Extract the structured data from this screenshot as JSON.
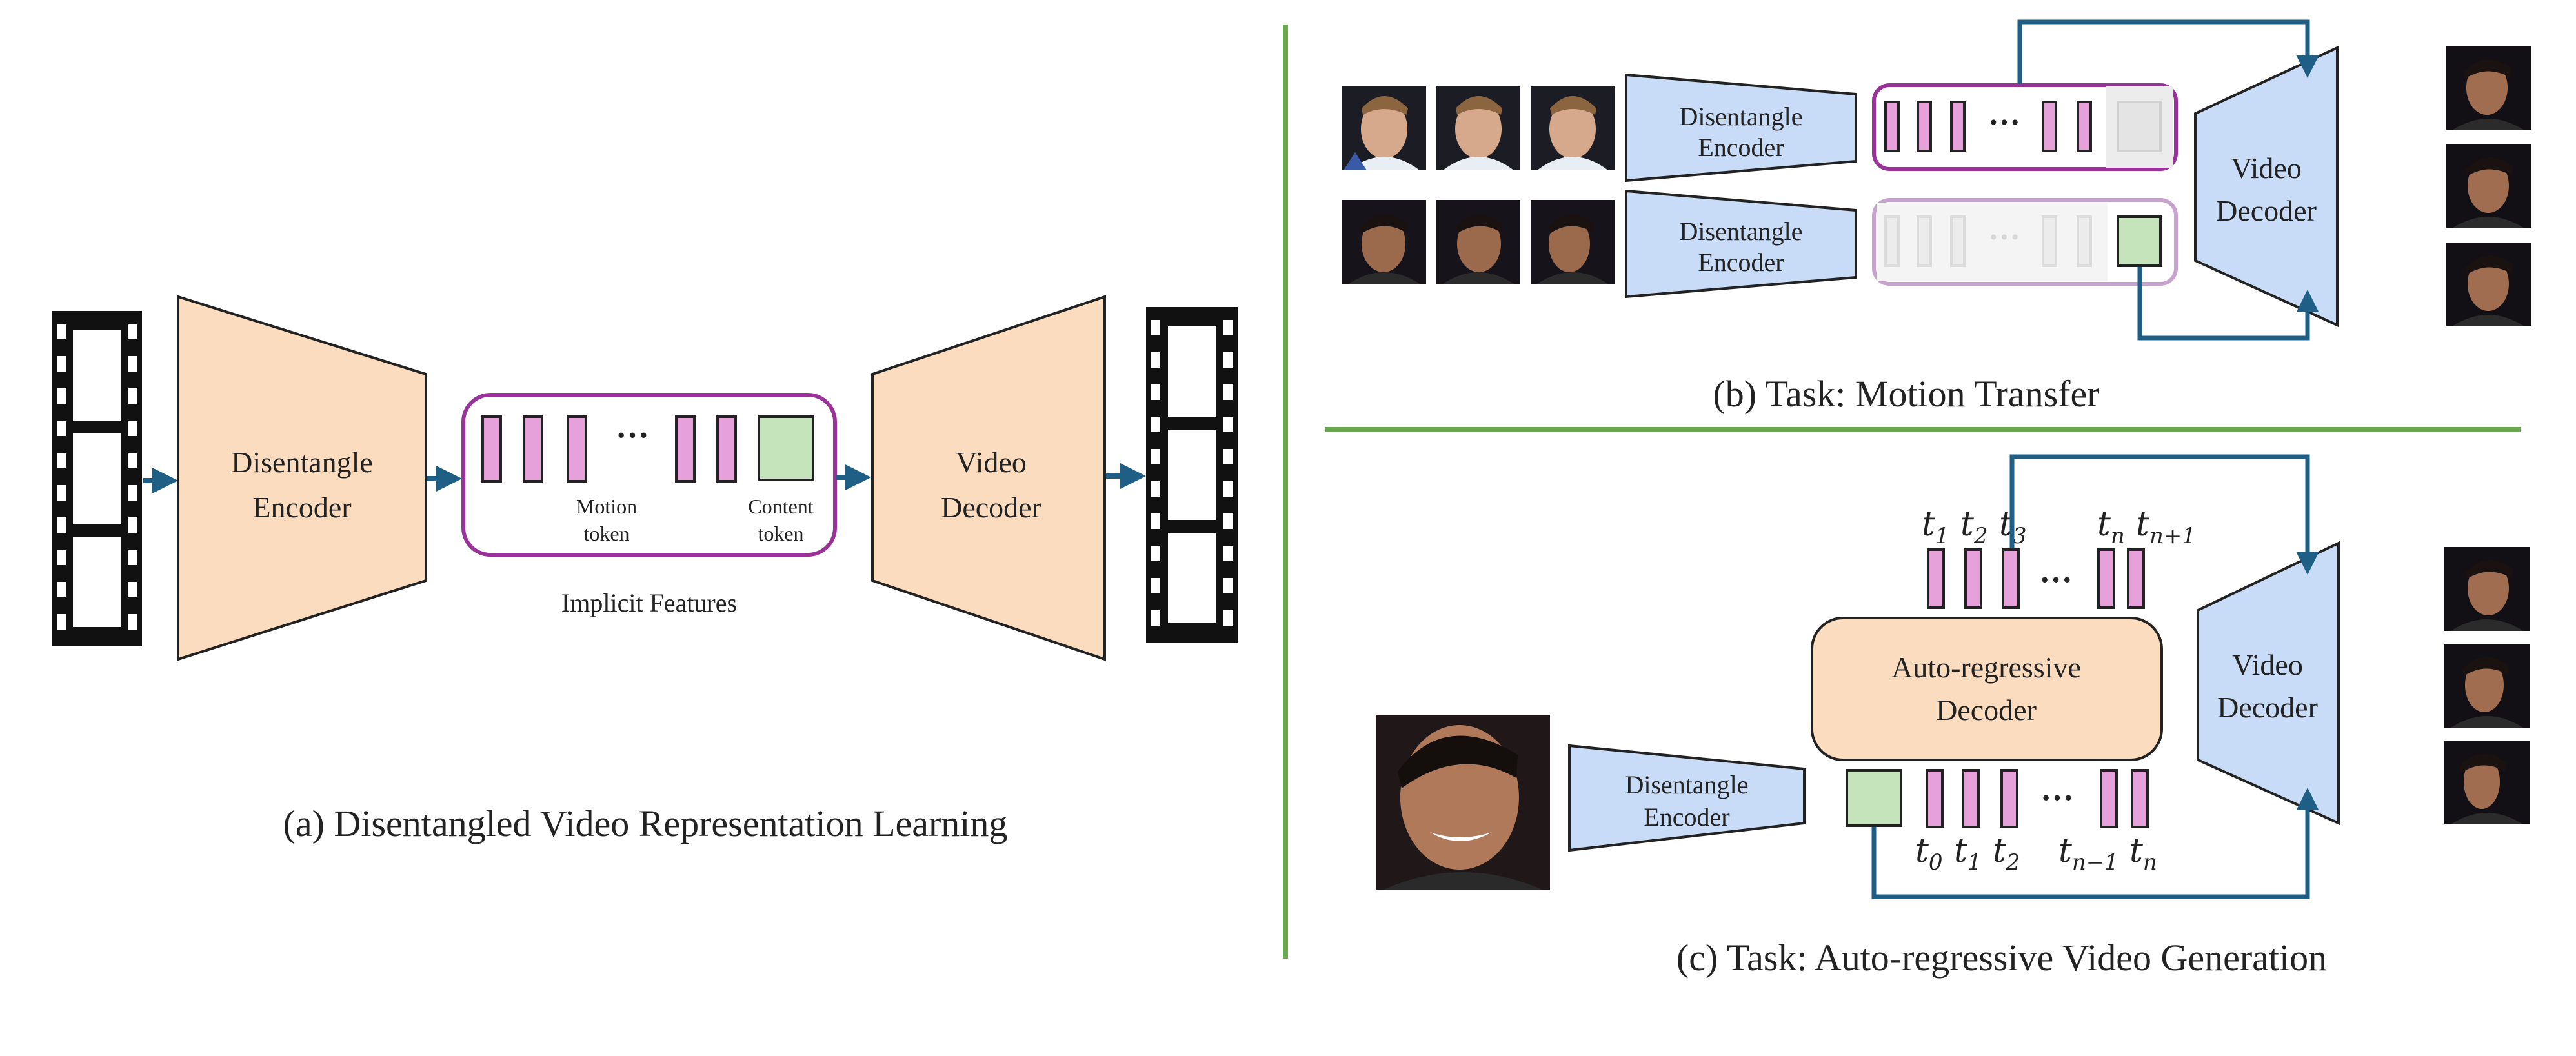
{
  "colors": {
    "encoder_fill": "#fcdcbe",
    "encoder_stroke": "#222222",
    "decoder_blue_fill": "#c9dcf7",
    "token_fill": "#e6a1da",
    "token_stroke": "#222222",
    "content_fill": "#c6e4bc",
    "feature_box_stroke": "#993399",
    "arrow": "#1f5f86",
    "divider": "#6aa84f",
    "faded": "#e8e8e8"
  },
  "panel_a": {
    "encoder_label_line1": "Disentangle",
    "encoder_label_line2": "Encoder",
    "decoder_label_line1": "Video",
    "decoder_label_line2": "Decoder",
    "motion_label_line1": "Motion",
    "motion_label_line2": "token",
    "content_label_line1": "Content",
    "content_label_line2": "token",
    "ellipsis": "···",
    "features_caption": "Implicit Features",
    "caption": "(a) Disentangled Video Representation Learning"
  },
  "panel_b": {
    "encoder_label_line1": "Disentangle",
    "encoder_label_line2": "Encoder",
    "decoder_label_line1": "Video",
    "decoder_label_line2": "Decoder",
    "ellipsis": "···",
    "caption": "(b) Task: Motion Transfer"
  },
  "panel_c": {
    "ar_label_line1": "Auto-regressive",
    "ar_label_line2": "Decoder",
    "encoder_label_line1": "Disentangle",
    "encoder_label_line2": "Encoder",
    "decoder_label_line1": "Video",
    "decoder_label_line2": "Decoder",
    "ellipsis": "···",
    "top_tokens": [
      {
        "base": "t",
        "sub": "1"
      },
      {
        "base": "t",
        "sub": "2"
      },
      {
        "base": "t",
        "sub": "3"
      },
      {
        "base": "t",
        "sub": "n"
      },
      {
        "base": "t",
        "sub": "n+1"
      }
    ],
    "bottom_tokens": [
      {
        "base": "t",
        "sub": "0"
      },
      {
        "base": "t",
        "sub": "1"
      },
      {
        "base": "t",
        "sub": "2"
      },
      {
        "base": "t",
        "sub": "n−1"
      },
      {
        "base": "t",
        "sub": "n"
      }
    ],
    "caption": "(c) Task: Auto-regressive Video Generation"
  }
}
